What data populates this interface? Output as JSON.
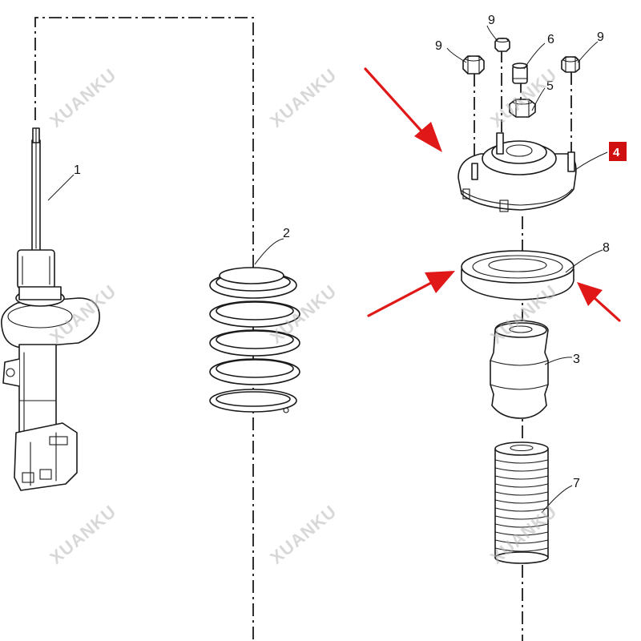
{
  "callouts": {
    "strut": "1",
    "coil_spring": "2",
    "bump_stop": "3",
    "strut_mount": "4",
    "mount_nut": "5",
    "stud_cap": "6",
    "dust_boot": "7",
    "bearing": "8",
    "nut_top": "9",
    "nut_left": "9",
    "nut_right": "9"
  },
  "badge": {
    "label": "4",
    "color": "#d01010"
  },
  "arrow_color": "#e01818",
  "watermarks": [
    "XUANKU",
    "XUANKU",
    "XUANKU",
    "XUANKU",
    "XUANKU",
    "XUANKU",
    "XUANKU",
    "XUANKU",
    "XUANKU"
  ]
}
